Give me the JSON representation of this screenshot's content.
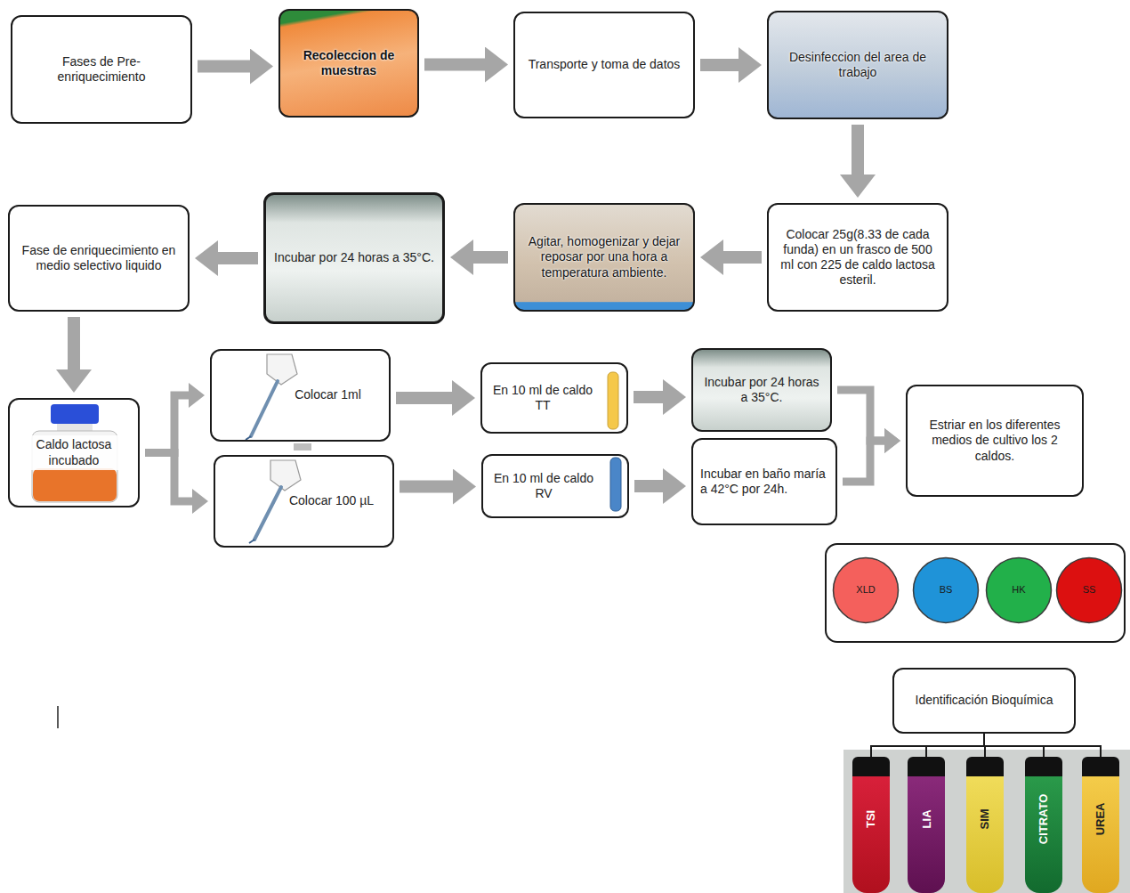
{
  "diagram": {
    "nodes": [
      {
        "text": [
          "Fases de Pre- enriquecimiento"
        ]
      },
      {
        "text": [
          "Recoleccion de muestras"
        ]
      },
      {
        "text": [
          "Transporte y toma de datos"
        ]
      },
      {
        "text": [
          "Desinfeccion del area de trabajo"
        ]
      },
      {
        "text": [
          "Colocar 25g(8.33 de cada funda) en un frasco de 500 ml con 225 de caldo lactosa esteril."
        ]
      },
      {
        "text": [
          "Agitar, homogenizar y dejar reposar por una hora a temperatura ambiente."
        ]
      },
      {
        "text": [
          "Incubar por 24 horas a 35°C."
        ]
      },
      {
        "text": [
          "Fase de enriquecimiento en medio selectivo liquido"
        ]
      },
      {
        "text": [
          "Caldo lactosa incubado"
        ]
      },
      {
        "text": [
          "Colocar 1ml"
        ]
      },
      {
        "text": [
          "Colocar 100 µL"
        ]
      },
      {
        "text": [
          "En 10 ml de caldo TT"
        ]
      },
      {
        "text": [
          "En 10 ml de caldo RV"
        ]
      },
      {
        "text": [
          "Incubar por 24 horas a 35°C."
        ]
      },
      {
        "text": [
          "Incubar en baño maría a 42°C por 24h."
        ]
      },
      {
        "text": [
          "Estriar en los diferentes medios de cultivo los 2 caldos."
        ]
      },
      {
        "text": []
      },
      {
        "text": [
          "XLD"
        ],
        "in": 16
      },
      {
        "text": [
          "BS"
        ],
        "in": 16
      },
      {
        "text": [
          "HK"
        ],
        "in": 16
      },
      {
        "text": [
          "SS"
        ],
        "in": 16
      },
      {
        "text": [
          "Identificación Bioquímica"
        ]
      },
      {
        "text": [
          "TSI"
        ]
      },
      {
        "text": [
          "LIA"
        ]
      },
      {
        "text": [
          "SIM"
        ]
      },
      {
        "text": [
          "CITRATO"
        ]
      },
      {
        "text": [
          "UREA"
        ]
      }
    ],
    "edges": [
      {
        "from": 0,
        "to": 1,
        "arrow": "to"
      },
      {
        "from": 1,
        "to": 2,
        "arrow": "to"
      },
      {
        "from": 2,
        "to": 3,
        "arrow": "to"
      },
      {
        "from": 3,
        "to": 4,
        "arrow": "to"
      },
      {
        "from": 4,
        "to": 5,
        "arrow": "to"
      },
      {
        "from": 5,
        "to": 6,
        "arrow": "to"
      },
      {
        "from": 6,
        "to": 7,
        "arrow": "to"
      },
      {
        "from": 7,
        "to": 8,
        "arrow": "to"
      },
      {
        "from": 8,
        "to": 9,
        "arrow": "to"
      },
      {
        "from": 8,
        "to": 10,
        "arrow": "to"
      },
      {
        "from": 9,
        "to": 11,
        "arrow": "to"
      },
      {
        "from": 10,
        "to": 12,
        "arrow": "to"
      },
      {
        "from": 11,
        "to": 13,
        "arrow": "to"
      },
      {
        "from": 12,
        "to": 14,
        "arrow": "to"
      },
      {
        "from": 13,
        "to": 15,
        "arrow": "to"
      },
      {
        "from": 14,
        "to": 15,
        "arrow": "to"
      },
      {
        "from": 21,
        "to": 22,
        "arrow": "none"
      },
      {
        "from": 21,
        "to": 23,
        "arrow": "none"
      },
      {
        "from": 21,
        "to": 24,
        "arrow": "none"
      },
      {
        "from": 21,
        "to": 25,
        "arrow": "none"
      },
      {
        "from": 21,
        "to": 26,
        "arrow": "none"
      }
    ]
  }
}
